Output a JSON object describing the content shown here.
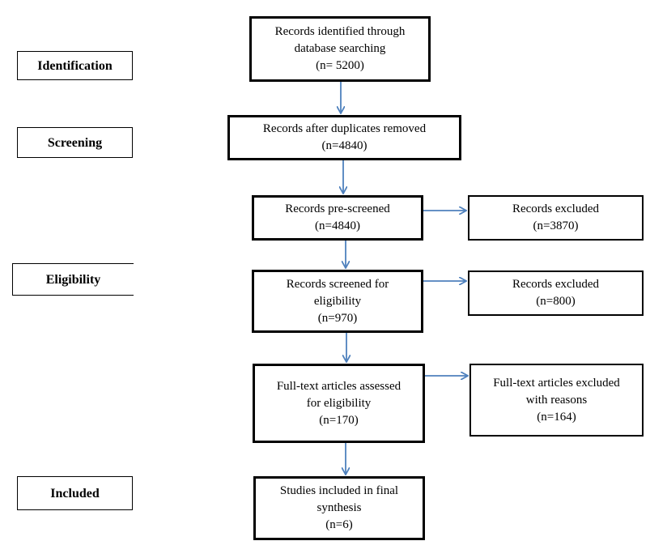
{
  "stages": {
    "identification": "Identification",
    "screening": "Screening",
    "eligibility": "Eligibility",
    "included": "Included"
  },
  "boxes": {
    "identified": [
      "Records identified through",
      "database searching",
      "(n= 5200)"
    ],
    "duplicates": [
      "Records after duplicates removed",
      "(n=4840)"
    ],
    "prescreened": [
      "Records pre-screened",
      "(n=4840)"
    ],
    "excluded1": [
      "Records excluded",
      "(n=3870)"
    ],
    "screened": [
      "Records screened for",
      "eligibility",
      "(n=970)"
    ],
    "excluded2": [
      "Records excluded",
      "(n=800)"
    ],
    "fulltext": [
      "Full-text articles assessed",
      "for eligibility",
      "(n=170)"
    ],
    "excluded3": [
      "Full-text articles excluded",
      "with reasons",
      "(n=164)"
    ],
    "included": [
      "Studies included in final",
      "synthesis",
      "(n=6)"
    ]
  },
  "colors": {
    "arrow": "#4f81bd",
    "border": "#000000"
  }
}
